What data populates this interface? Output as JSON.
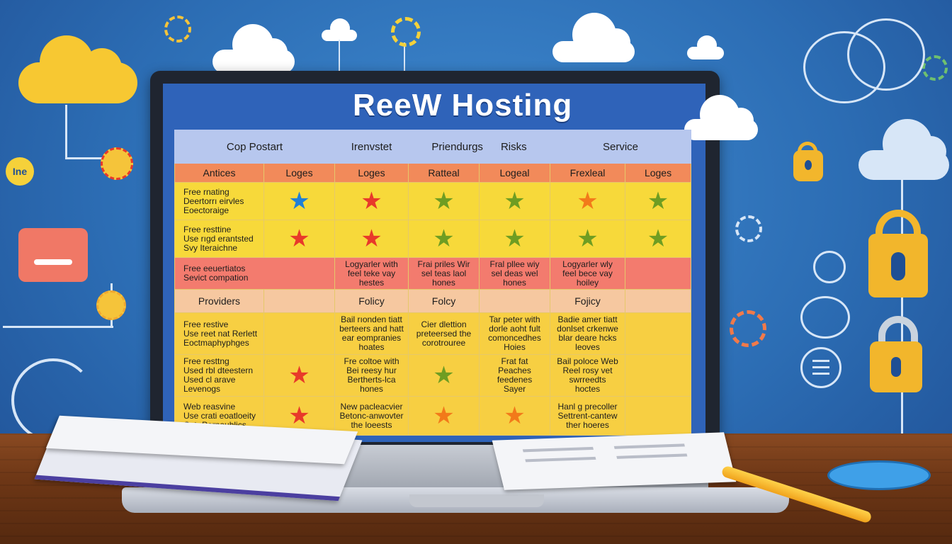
{
  "title": "ReeW Hosting",
  "badge_label": "Ine",
  "table": {
    "headers": [
      "Cop Postart",
      "Irenvstet",
      "Priendurgs",
      "Risks",
      "Service"
    ],
    "subheaders": [
      "Antices",
      "Loges",
      "Loges",
      "Ratteal",
      "Logeal",
      "Frexleal",
      "Loges"
    ],
    "rows": [
      {
        "label_lines": [
          "Free rnating",
          "Deertorrı eirvles",
          "Eoectoraige"
        ],
        "cells": [
          "star:blue",
          "star:red",
          "star:green",
          "star:green",
          "star:orange",
          "star:green"
        ]
      },
      {
        "label_lines": [
          "Free resttine",
          "Use rıgd erantsted",
          "Svy Iteraichne"
        ],
        "cells": [
          "star:red",
          "star:red",
          "star:green",
          "star:green",
          "star:green",
          "star:green"
        ]
      }
    ],
    "pink_row": {
      "label_lines": [
        "Free eeuertiatos",
        "Sevict compation"
      ],
      "cells": [
        [
          "Logyarler with",
          "feel teke vay",
          "hestes"
        ],
        [
          "Frai priles Wir",
          "sel teas laol",
          "hones"
        ],
        [
          "Fral pllee wiy",
          "sel deas wel",
          "hones"
        ],
        [
          "Logyarler wly",
          "feel bece vay",
          "hoiley"
        ],
        []
      ]
    },
    "peach_row": {
      "label": "Providers",
      "cells": [
        "",
        "Folicy",
        "Folcy",
        "",
        "Fojicy",
        ""
      ]
    },
    "yellow_rows": [
      {
        "label_lines": [
          "Free restive",
          "Use reet nat Rerlett",
          "Eoctmaphyphges"
        ],
        "cells": [
          "",
          [
            "Bail rıonden tiatt",
            "berteers and hatt",
            "ear eompranies",
            "hoates"
          ],
          [
            "Cier dlettion",
            "preteersed the",
            "corotrouree"
          ],
          [
            "Tar peter with",
            "dorle aoht fult",
            "comoncedhes",
            "Hoies"
          ],
          [
            "Badie amer tiatt",
            "donlset crkenwe",
            "blar deare hcks",
            "leoves"
          ],
          ""
        ]
      },
      {
        "label_lines": [
          "Free resttng",
          "Used rbl dteestern",
          "Used cl arave",
          "Levenogs"
        ],
        "cells": [
          "star:red",
          [
            "Fre coltoe with",
            "Bei reesy hur",
            "Bertherts-lca",
            "hones"
          ],
          "star:green",
          [
            "Frat fat",
            "Peaches",
            "feedenes",
            "Sayer"
          ],
          [
            "Bail poloce Web",
            "Reel rosy vet",
            "swrreedts",
            "hoctes"
          ],
          ""
        ]
      },
      {
        "label_lines": [
          "Web reasvine",
          "Use crati eoatloeity",
          "Cotr Perneuhlics"
        ],
        "cells": [
          "star:red",
          [
            "New pacleacvier",
            "Betonc-anwovter",
            "the loeests"
          ],
          "star:orange",
          "star:orange",
          [
            "Hanl g precoller",
            "Settrent-cantew",
            "ther hoeres"
          ],
          ""
        ]
      }
    ]
  },
  "colors": {
    "background": "#2c6db4",
    "screen": "#2f63b9",
    "star_blue": "#1f7fd6",
    "star_red": "#e8392a",
    "star_green": "#6f9d22",
    "star_orange": "#f27a1a"
  },
  "icons": [
    "cloud-icon",
    "lock-icon",
    "gear-icon",
    "chat-bubble-icon",
    "globe-icon",
    "list-icon",
    "refresh-icon",
    "pencil-icon",
    "document-icon"
  ]
}
